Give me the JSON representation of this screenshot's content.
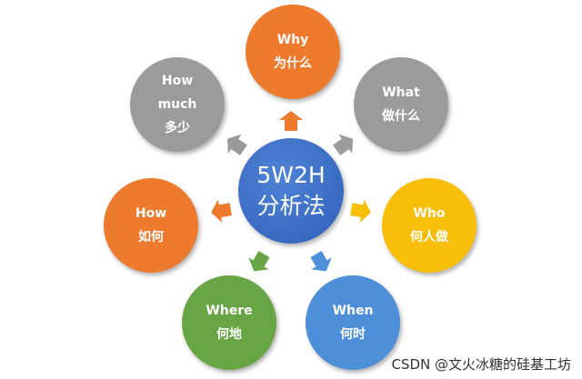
{
  "center": {
    "line1": "5W2H",
    "line2": "分析法",
    "color": "#3a6cc4"
  },
  "nodes": [
    {
      "id": "why",
      "en": "Why",
      "zh": "为什么",
      "color": "#ee7a2e"
    },
    {
      "id": "what",
      "en": "What",
      "zh": "做什么",
      "color": "#9b9b9b"
    },
    {
      "id": "who",
      "en": "Who",
      "zh": "何人做",
      "color": "#f7be0a"
    },
    {
      "id": "when",
      "en": "When",
      "zh": "何时",
      "color": "#4d8fd9"
    },
    {
      "id": "where",
      "en": "Where",
      "zh": "何地",
      "color": "#67a545"
    },
    {
      "id": "how",
      "en": "How",
      "zh": "如何",
      "color": "#ee7a2e"
    },
    {
      "id": "howmuch",
      "en1": "How",
      "en2": "much",
      "zh": "多少",
      "color": "#9b9b9b"
    }
  ],
  "watermark": "CSDN @文火冰糖的硅基工坊"
}
